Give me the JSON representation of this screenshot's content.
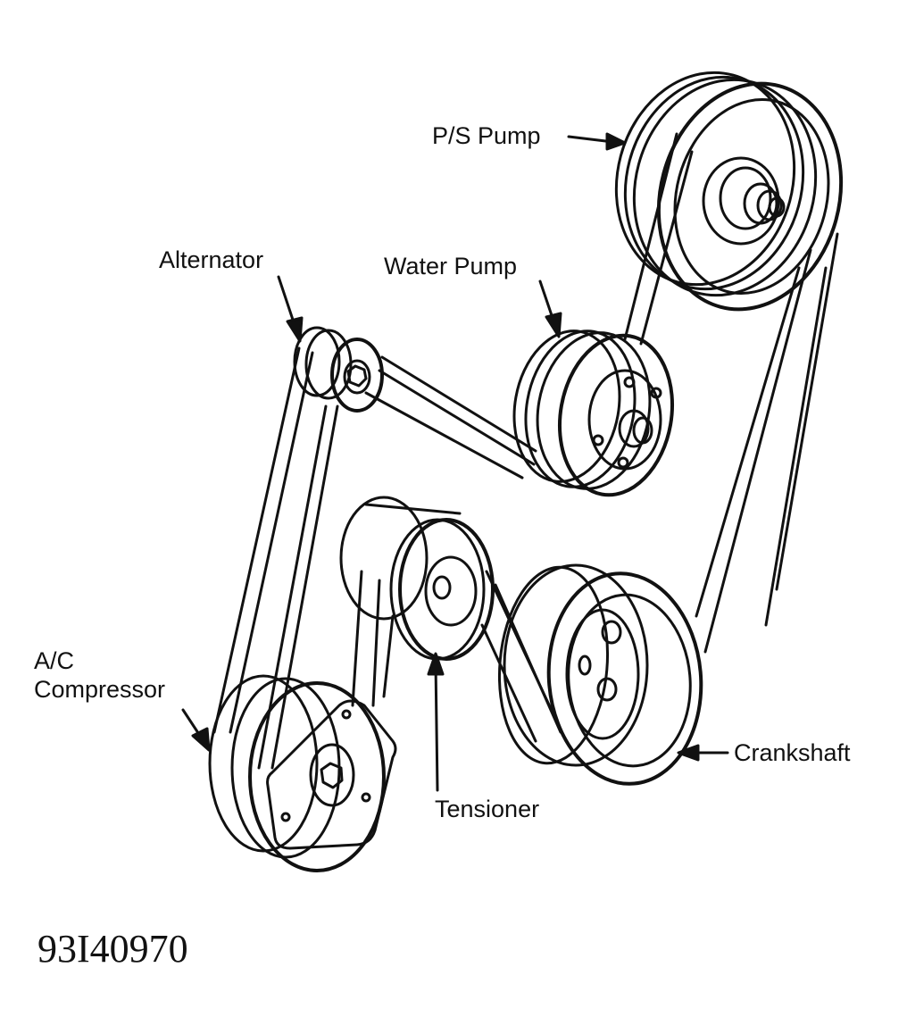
{
  "labels": {
    "ps_pump": "P/S Pump",
    "alternator": "Alternator",
    "water_pump": "Water Pump",
    "ac_line1": "A/C",
    "ac_line2": "Compressor",
    "tensioner": "Tensioner",
    "crankshaft": "Crankshaft"
  },
  "figure_number": "93I40970",
  "colors": {
    "ink": "#111111",
    "paper": "#ffffff"
  }
}
